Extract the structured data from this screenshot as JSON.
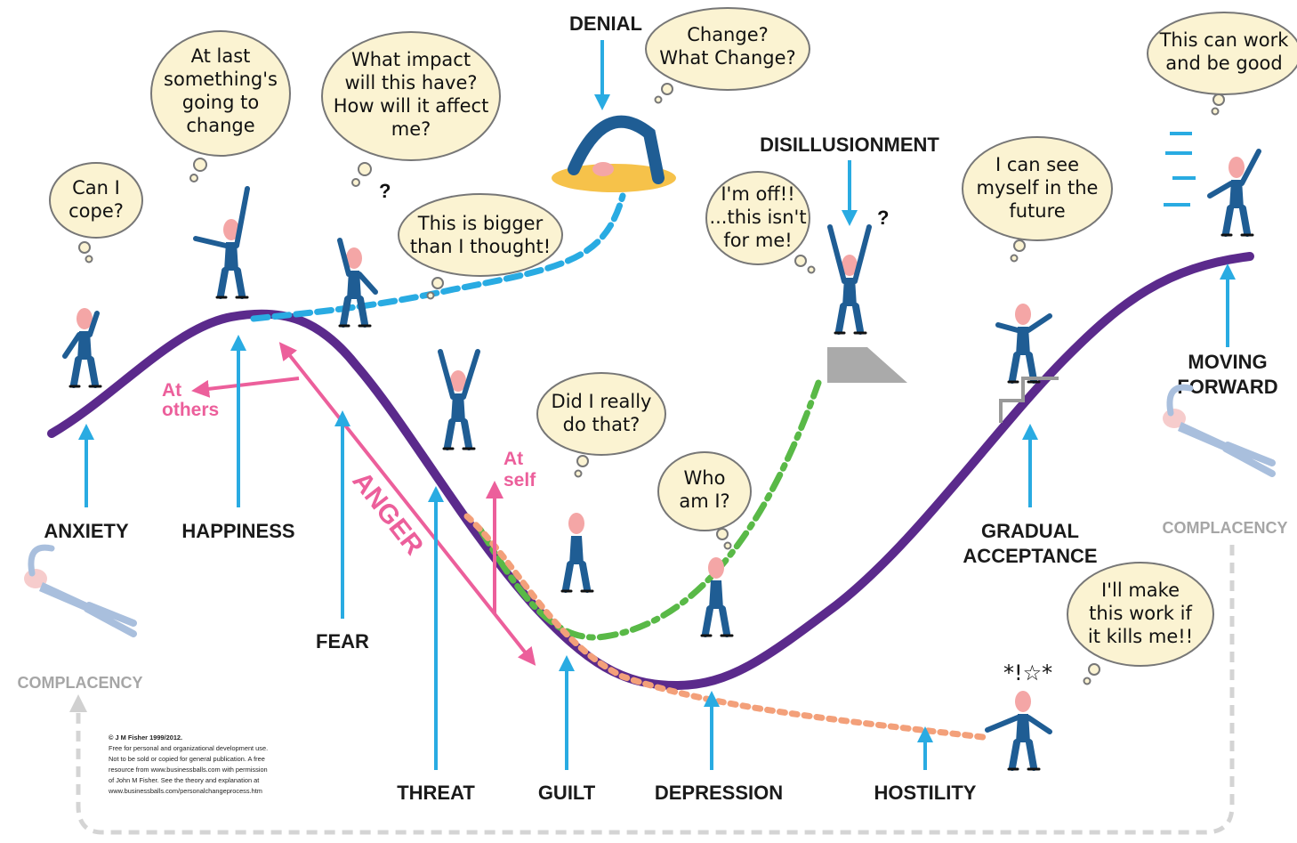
{
  "stages": {
    "anxiety": "ANXIETY",
    "happiness": "HAPPINESS",
    "fear": "FEAR",
    "threat": "THREAT",
    "guilt": "GUILT",
    "depression": "DEPRESSION",
    "hostility": "HOSTILITY",
    "gradual_acceptance_1": "GRADUAL",
    "gradual_acceptance_2": "ACCEPTANCE",
    "moving_forward_1": "MOVING",
    "moving_forward_2": "FORWARD",
    "denial": "DENIAL",
    "disillusionment": "DISILLUSIONMENT",
    "complacency_left": "COMPLACENCY",
    "complacency_right": "COMPLACENCY"
  },
  "anger": {
    "anger": "ANGER",
    "at_others_1": "At",
    "at_others_2": "others",
    "at_self_1": "At",
    "at_self_2": "self"
  },
  "bubbles": {
    "anxiety": [
      "Can I",
      "cope?"
    ],
    "happiness": [
      "At last",
      "something's",
      "going to",
      "change"
    ],
    "fear": [
      "What impact",
      "will this have?",
      "How will it affect",
      "me?"
    ],
    "threat": [
      "This is bigger",
      "than I thought!"
    ],
    "denial": [
      "Change?",
      "What Change?"
    ],
    "disillusionment": [
      "I'm off!!",
      "...this isn't",
      "for me!"
    ],
    "guilt": [
      "Did I really",
      "do that?"
    ],
    "depression": [
      "Who",
      "am I?"
    ],
    "acceptance": [
      "I can see",
      "myself in the",
      "future"
    ],
    "moving_forward": [
      "This can work",
      "and be good"
    ],
    "hostility": [
      "I'll make",
      "this work if",
      "it kills me!!"
    ]
  },
  "symbols": {
    "question_mark": "?",
    "hostility_symbols": "*!☆*"
  },
  "copyright": {
    "line1": "© J M Fisher 1999/2012.",
    "line2": "Free for personal and organizational development use.",
    "line3": "Not to be sold or copied for general publication. A free",
    "line4": "resource from www.businessballs.com with permission",
    "line5": "of John M Fisher. See the theory and explanation at",
    "line6": "www.businessballs.com/personalchangeprocess.htm"
  },
  "colors": {
    "main_curve": "#5b2a8c",
    "arrow_blue": "#29abe2",
    "denial_dash": "#29abe2",
    "disillusion_dash": "#59b947",
    "hostility_dash": "#f3a07a",
    "anger_pink": "#ec5f9b",
    "complacency_grey": "#cccccc",
    "figure_blue": "#1f5d94",
    "bubble_fill": "#fbf3d2"
  }
}
